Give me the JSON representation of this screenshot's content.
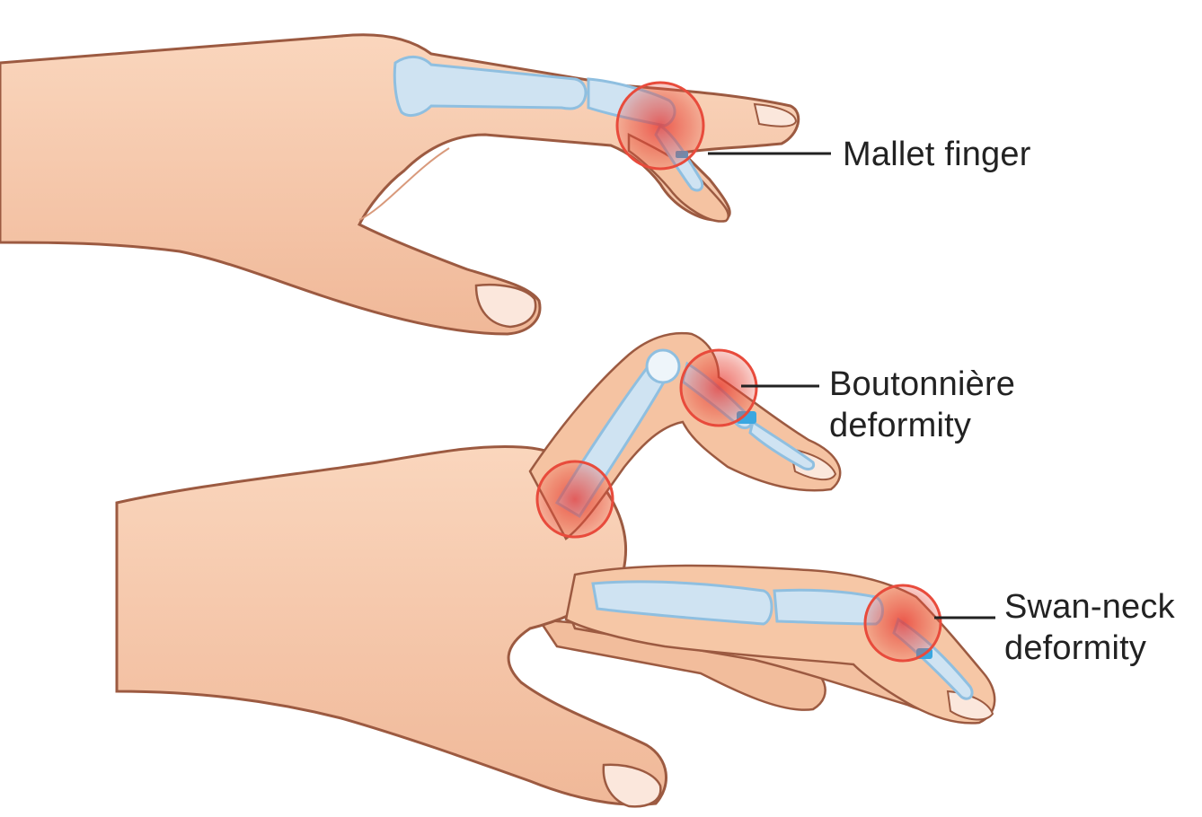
{
  "labels": {
    "mallet": "Mallet finger",
    "boutonniere_line1": "Boutonnière",
    "boutonniere_line2": "deformity",
    "swan_line1": "Swan-neck",
    "swan_line2": "deformity"
  },
  "colors": {
    "skin": "#f6c7a6",
    "skin_shadow": "#e3a586",
    "skin_outline": "#9c5a41",
    "bone": "#cfe3f2",
    "bone_edge": "#8fbfe0",
    "injury": "#e84b3c",
    "tendon": "#3aa7e0",
    "nail": "#fbe7dc",
    "label_text": "#222222",
    "leader_line": "#222222"
  }
}
